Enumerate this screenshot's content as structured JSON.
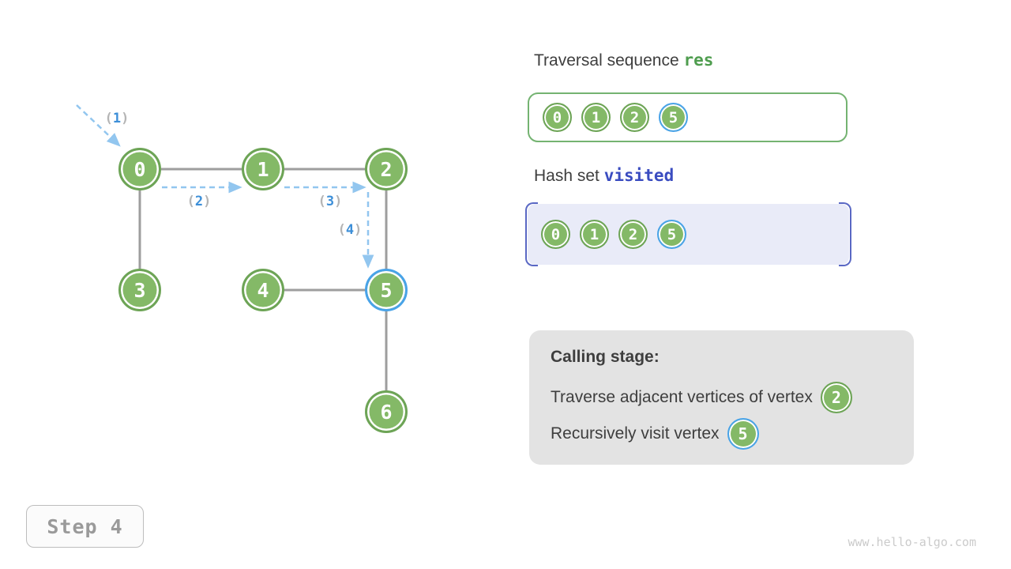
{
  "graph": {
    "nodes": [
      {
        "label": "0",
        "highlighted": false
      },
      {
        "label": "1",
        "highlighted": false
      },
      {
        "label": "2",
        "highlighted": false
      },
      {
        "label": "3",
        "highlighted": false
      },
      {
        "label": "4",
        "highlighted": false
      },
      {
        "label": "5",
        "highlighted": true
      },
      {
        "label": "6",
        "highlighted": false
      }
    ],
    "edges": [
      [
        "0",
        "1"
      ],
      [
        "1",
        "2"
      ],
      [
        "0",
        "3"
      ],
      [
        "2",
        "5"
      ],
      [
        "4",
        "5"
      ],
      [
        "5",
        "6"
      ]
    ],
    "step_labels": [
      {
        "open": "(",
        "digit": "1",
        "close": ")"
      },
      {
        "open": "(",
        "digit": "2",
        "close": ")"
      },
      {
        "open": "(",
        "digit": "3",
        "close": ")"
      },
      {
        "open": "(",
        "digit": "4",
        "close": ")"
      }
    ]
  },
  "panels": {
    "res": {
      "title_plain": "Traversal sequence ",
      "title_code": "res",
      "items": [
        {
          "label": "0",
          "highlighted": false
        },
        {
          "label": "1",
          "highlighted": false
        },
        {
          "label": "2",
          "highlighted": false
        },
        {
          "label": "5",
          "highlighted": true
        }
      ]
    },
    "visited": {
      "title_plain": "Hash set ",
      "title_code": "visited",
      "items": [
        {
          "label": "0",
          "highlighted": false
        },
        {
          "label": "1",
          "highlighted": false
        },
        {
          "label": "2",
          "highlighted": false
        },
        {
          "label": "5",
          "highlighted": true
        }
      ]
    },
    "calling": {
      "heading": "Calling stage:",
      "lines": [
        {
          "text": "Traverse adjacent vertices of vertex",
          "vertex": "2",
          "highlighted": false
        },
        {
          "text": "Recursively visit vertex",
          "vertex": "5",
          "highlighted": true
        }
      ]
    }
  },
  "footer": {
    "step": "Step 4",
    "watermark": "www.hello-algo.com"
  },
  "colors": {
    "node_fill": "#84b967",
    "node_border": "#6da456",
    "highlight_ring": "#49a3e8",
    "edge_gray": "#9e9e9e",
    "arrow_blue": "#92c6ef",
    "code_green": "#4f9d4f",
    "code_indigo": "#3a4cc0",
    "visited_bg": "#e9ebf8",
    "visited_bracket": "#5a68c4",
    "calling_bg": "#e3e3e3"
  }
}
